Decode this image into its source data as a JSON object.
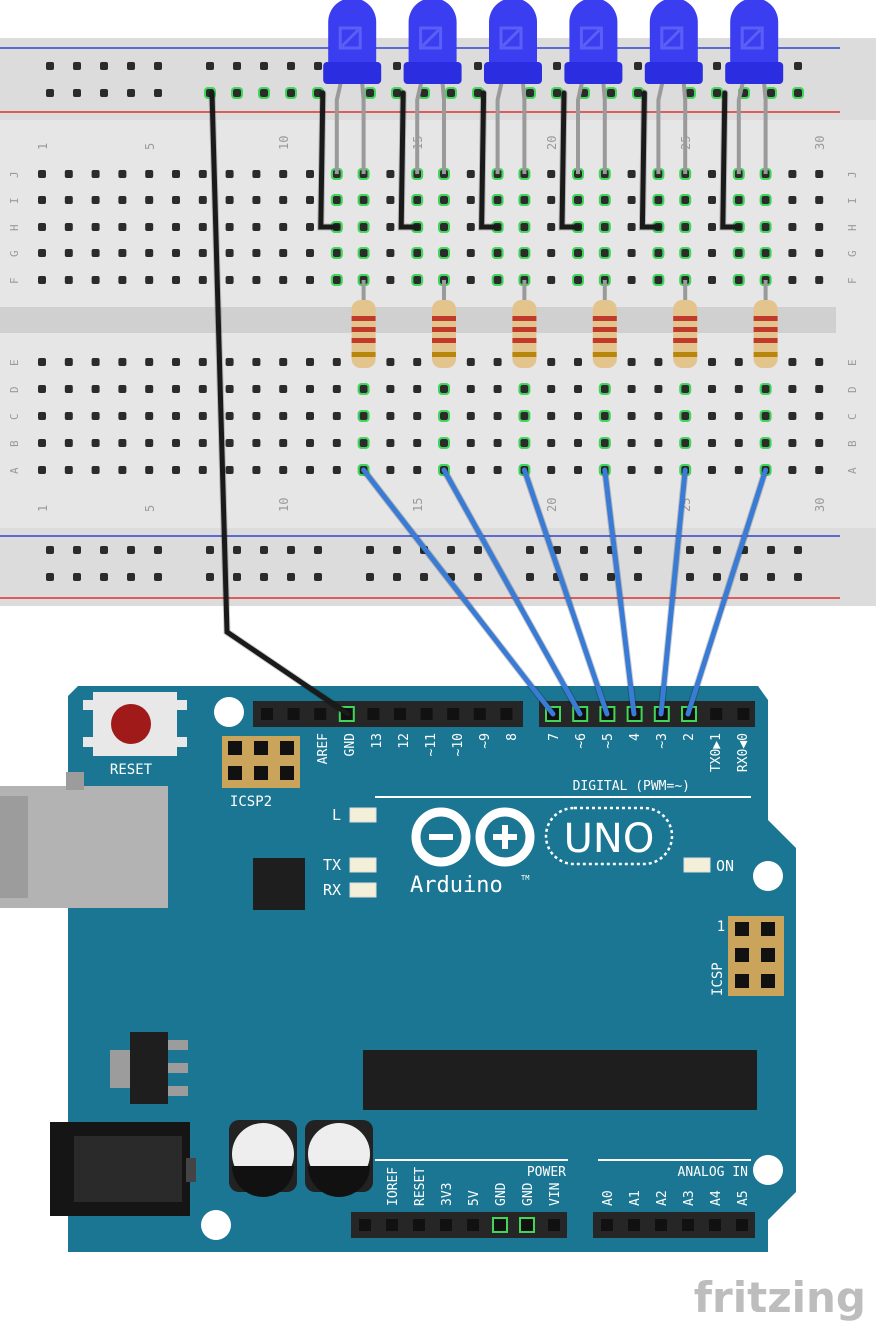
{
  "breadboard": {
    "column_numbers": [
      "1",
      "5",
      "10",
      "15",
      "20",
      "25",
      "30"
    ],
    "row_letters_top": [
      "J",
      "I",
      "H",
      "G",
      "F"
    ],
    "row_letters_bottom": [
      "E",
      "D",
      "C",
      "B",
      "A"
    ]
  },
  "leds": {
    "count": 6,
    "color": "#3a3df0"
  },
  "resistors": {
    "count": 6
  },
  "colors": {
    "board": "#1b7693",
    "board_dark": "#0f5a73",
    "jumper_blue": "#3a7bd5",
    "jumper_black": "#1a1a1a",
    "breadboard": "#e6e6e6",
    "rail_red": "#d33",
    "rail_blue": "#33c"
  },
  "arduino": {
    "reset_label": "RESET",
    "icsp2_label": "ICSP2",
    "icsp_label": "ICSP",
    "icsp_pin1": "1",
    "led_l": "L",
    "led_tx": "TX",
    "led_rx": "RX",
    "on_label": "ON",
    "uno_label": "UNO",
    "brand": "Arduino",
    "tm": "TM",
    "digital_label": "DIGITAL (PWM=~)",
    "power_label": "POWER",
    "analog_label": "ANALOG IN",
    "digital_pins": [
      "AREF",
      "GND",
      "13",
      "12",
      "~11",
      "~10",
      "~9",
      "8",
      "7",
      "~6",
      "~5",
      "4",
      "~3",
      "2",
      "TX0▶1",
      "RX0◀0"
    ],
    "power_pins": [
      "IOREF",
      "RESET",
      "3V3",
      "5V",
      "GND",
      "GND",
      "VIN"
    ],
    "analog_pins": [
      "A0",
      "A1",
      "A2",
      "A3",
      "A4",
      "A5"
    ]
  },
  "watermark": "fritzing"
}
